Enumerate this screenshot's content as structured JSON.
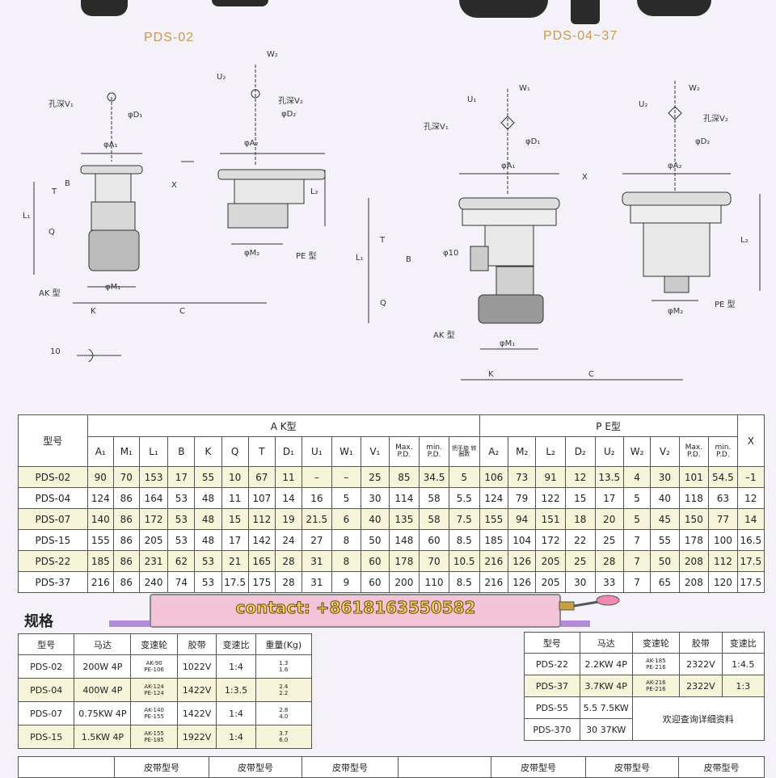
{
  "titles": {
    "left": "PDS-02",
    "right": "PDS-04~37"
  },
  "diagram_labels": {
    "w1": "W₁",
    "w2": "W₂",
    "u1": "U₁",
    "u2": "U₂",
    "hole_v1": "孔深V₁",
    "hole_v2": "孔深V₂",
    "d1": "φD₁",
    "d2": "φD₂",
    "a1": "φA₁",
    "a2": "φA₂",
    "m1": "φM₁",
    "m2": "φM₂",
    "x": "X",
    "t": "T",
    "b": "B",
    "l1": "L₁",
    "l2": "L₂",
    "q": "Q",
    "k": "K",
    "c": "C",
    "ak": "AK 型",
    "pe": "PE 型",
    "phi10": "φ10",
    "ten": "10"
  },
  "main_table": {
    "model_header": "型号",
    "ak_header": "A K型",
    "pe_header": "P E型",
    "x_header": "X",
    "columns": [
      "A₁",
      "M₁",
      "L₁",
      "B",
      "K",
      "Q",
      "T",
      "D₁",
      "U₁",
      "W₁",
      "V₁",
      "Max. P.D.",
      "min. P.D.",
      "把手旋 转圈数",
      "A₂",
      "M₂",
      "L₂",
      "D₂",
      "U₂",
      "W₂",
      "V₂",
      "Max. P.D.",
      "min. P.D."
    ],
    "rows": [
      [
        "PDS-02",
        "90",
        "70",
        "153",
        "17",
        "55",
        "10",
        "67",
        "11",
        "–",
        "–",
        "25",
        "85",
        "34.5",
        "5",
        "106",
        "73",
        "91",
        "12",
        "13.5",
        "4",
        "30",
        "101",
        "54.5",
        "–1"
      ],
      [
        "PDS-04",
        "124",
        "86",
        "164",
        "53",
        "48",
        "11",
        "107",
        "14",
        "16",
        "5",
        "30",
        "114",
        "58",
        "5.5",
        "124",
        "79",
        "122",
        "15",
        "17",
        "5",
        "40",
        "118",
        "63",
        "12"
      ],
      [
        "PDS-07",
        "140",
        "86",
        "172",
        "53",
        "48",
        "15",
        "112",
        "19",
        "21.5",
        "6",
        "40",
        "135",
        "58",
        "7.5",
        "155",
        "94",
        "151",
        "18",
        "20",
        "5",
        "45",
        "150",
        "77",
        "14"
      ],
      [
        "PDS-15",
        "155",
        "86",
        "205",
        "53",
        "48",
        "17",
        "142",
        "24",
        "27",
        "8",
        "50",
        "148",
        "60",
        "8.5",
        "185",
        "104",
        "172",
        "22",
        "25",
        "7",
        "55",
        "178",
        "100",
        "16.5"
      ],
      [
        "PDS-22",
        "185",
        "86",
        "231",
        "62",
        "53",
        "21",
        "165",
        "28",
        "31",
        "8",
        "60",
        "178",
        "70",
        "10.5",
        "216",
        "126",
        "205",
        "25",
        "28",
        "7",
        "50",
        "208",
        "112",
        "17.5"
      ],
      [
        "PDS-37",
        "216",
        "86",
        "240",
        "74",
        "53",
        "17.5",
        "175",
        "28",
        "31",
        "9",
        "60",
        "200",
        "110",
        "8.5",
        "216",
        "126",
        "205",
        "30",
        "33",
        "7",
        "65",
        "208",
        "120",
        "17.5"
      ]
    ]
  },
  "contact": "contact: +8618163550582",
  "spec_title": "规格",
  "spec_left": {
    "headers": [
      "型号",
      "马达",
      "变速轮",
      "胶带",
      "变速比",
      "重量(Kg)"
    ],
    "rows": [
      [
        "PDS-02",
        "200W 4P",
        "AK-90",
        "PE-106",
        "1022V",
        "1:4",
        "1.3",
        "1.6"
      ],
      [
        "PDS-04",
        "400W 4P",
        "AK-124",
        "PE-124",
        "1422V",
        "1:3.5",
        "2.4",
        "2.2"
      ],
      [
        "PDS-07",
        "0.75KW 4P",
        "AK-140",
        "PE-155",
        "1422V",
        "1:4",
        "2.8",
        "4.0"
      ],
      [
        "PDS-15",
        "1.5KW 4P",
        "AK-155",
        "PE-185",
        "1922V",
        "1:4",
        "3.7",
        "6.0"
      ]
    ]
  },
  "spec_right": {
    "headers": [
      "型号",
      "马达",
      "变速轮",
      "胶带",
      "变速比"
    ],
    "rows": [
      [
        "PDS-22",
        "2.2KW 4P",
        "AK-185",
        "PE-216",
        "2322V",
        "1:4.5"
      ],
      [
        "PDS-37",
        "3.7KW 4P",
        "AK-216",
        "PE-216",
        "2322V",
        "1:3"
      ],
      [
        "PDS-55",
        "5.5 7.5KW"
      ],
      [
        "PDS-370",
        "30 37KW"
      ]
    ],
    "note": "欢迎查询详细资料"
  },
  "bottom_headers": [
    "皮带型号",
    "皮带型号",
    "皮带型号",
    "皮带型号",
    "皮带型号",
    "皮带型号"
  ],
  "colors": {
    "title": "#c89a4a",
    "alt_row": "#f5f3d8",
    "banner": "#f3c4d8",
    "bar": "#b18ad8"
  }
}
